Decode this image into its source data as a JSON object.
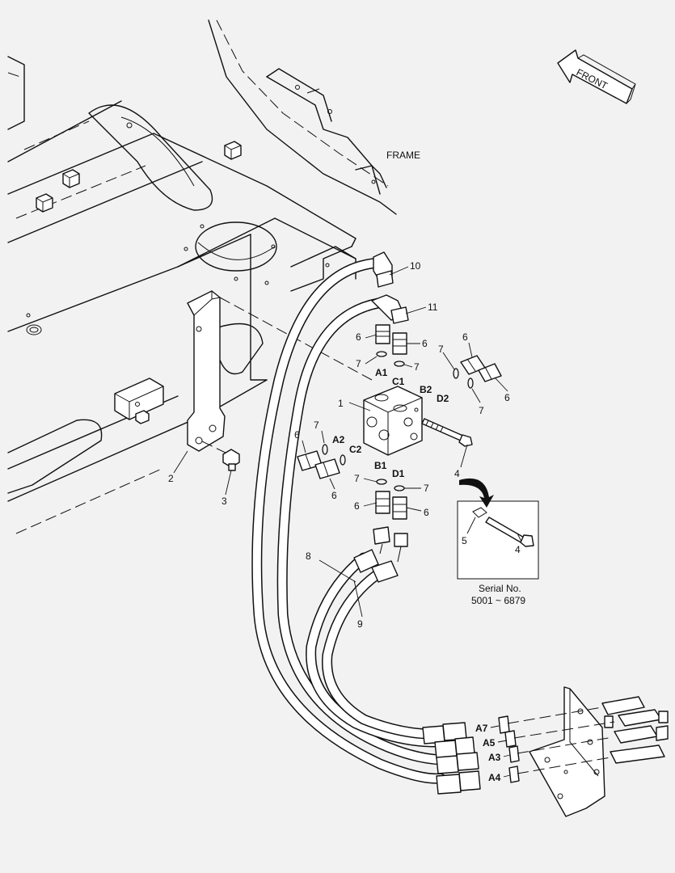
{
  "labels": {
    "frame": "FRAME",
    "front": "FRONT",
    "serial_title": "Serial No.",
    "serial_range": "5001 ~ 6879"
  },
  "callouts": [
    {
      "id": "1",
      "name": "callout-1"
    },
    {
      "id": "2",
      "name": "callout-2"
    },
    {
      "id": "3",
      "name": "callout-3"
    },
    {
      "id": "4",
      "name": "callout-4"
    },
    {
      "id": "4",
      "name": "callout-4-inset"
    },
    {
      "id": "5",
      "name": "callout-5"
    },
    {
      "id": "6",
      "name": "callout-6"
    },
    {
      "id": "7",
      "name": "callout-7"
    },
    {
      "id": "8",
      "name": "callout-8"
    },
    {
      "id": "9",
      "name": "callout-9"
    },
    {
      "id": "10",
      "name": "callout-10"
    },
    {
      "id": "11",
      "name": "callout-11"
    }
  ],
  "ports": {
    "A1": "A1",
    "C1": "C1",
    "B2": "B2",
    "D2": "D2",
    "A2": "A2",
    "C2": "C2",
    "B1": "B1",
    "D1": "D1",
    "A7": "A7",
    "A5": "A5",
    "A3": "A3",
    "A4": "A4"
  }
}
